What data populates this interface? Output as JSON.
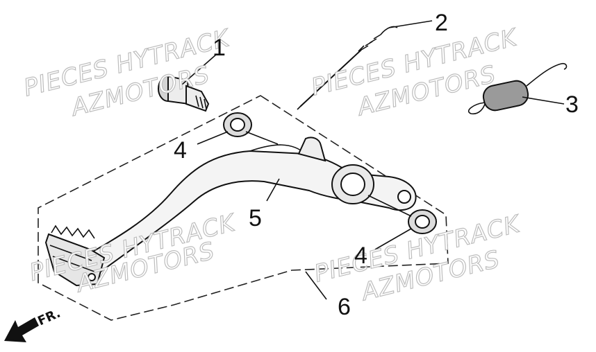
{
  "callouts": {
    "c1": "1",
    "c2": "2",
    "c3": "3",
    "c4a": "4",
    "c4b": "4",
    "c5": "5",
    "c6": "6"
  },
  "watermark": {
    "line1": "PIECES HYTRACK",
    "line2": "AZMOTORS"
  },
  "direction": {
    "label": "FR."
  }
}
